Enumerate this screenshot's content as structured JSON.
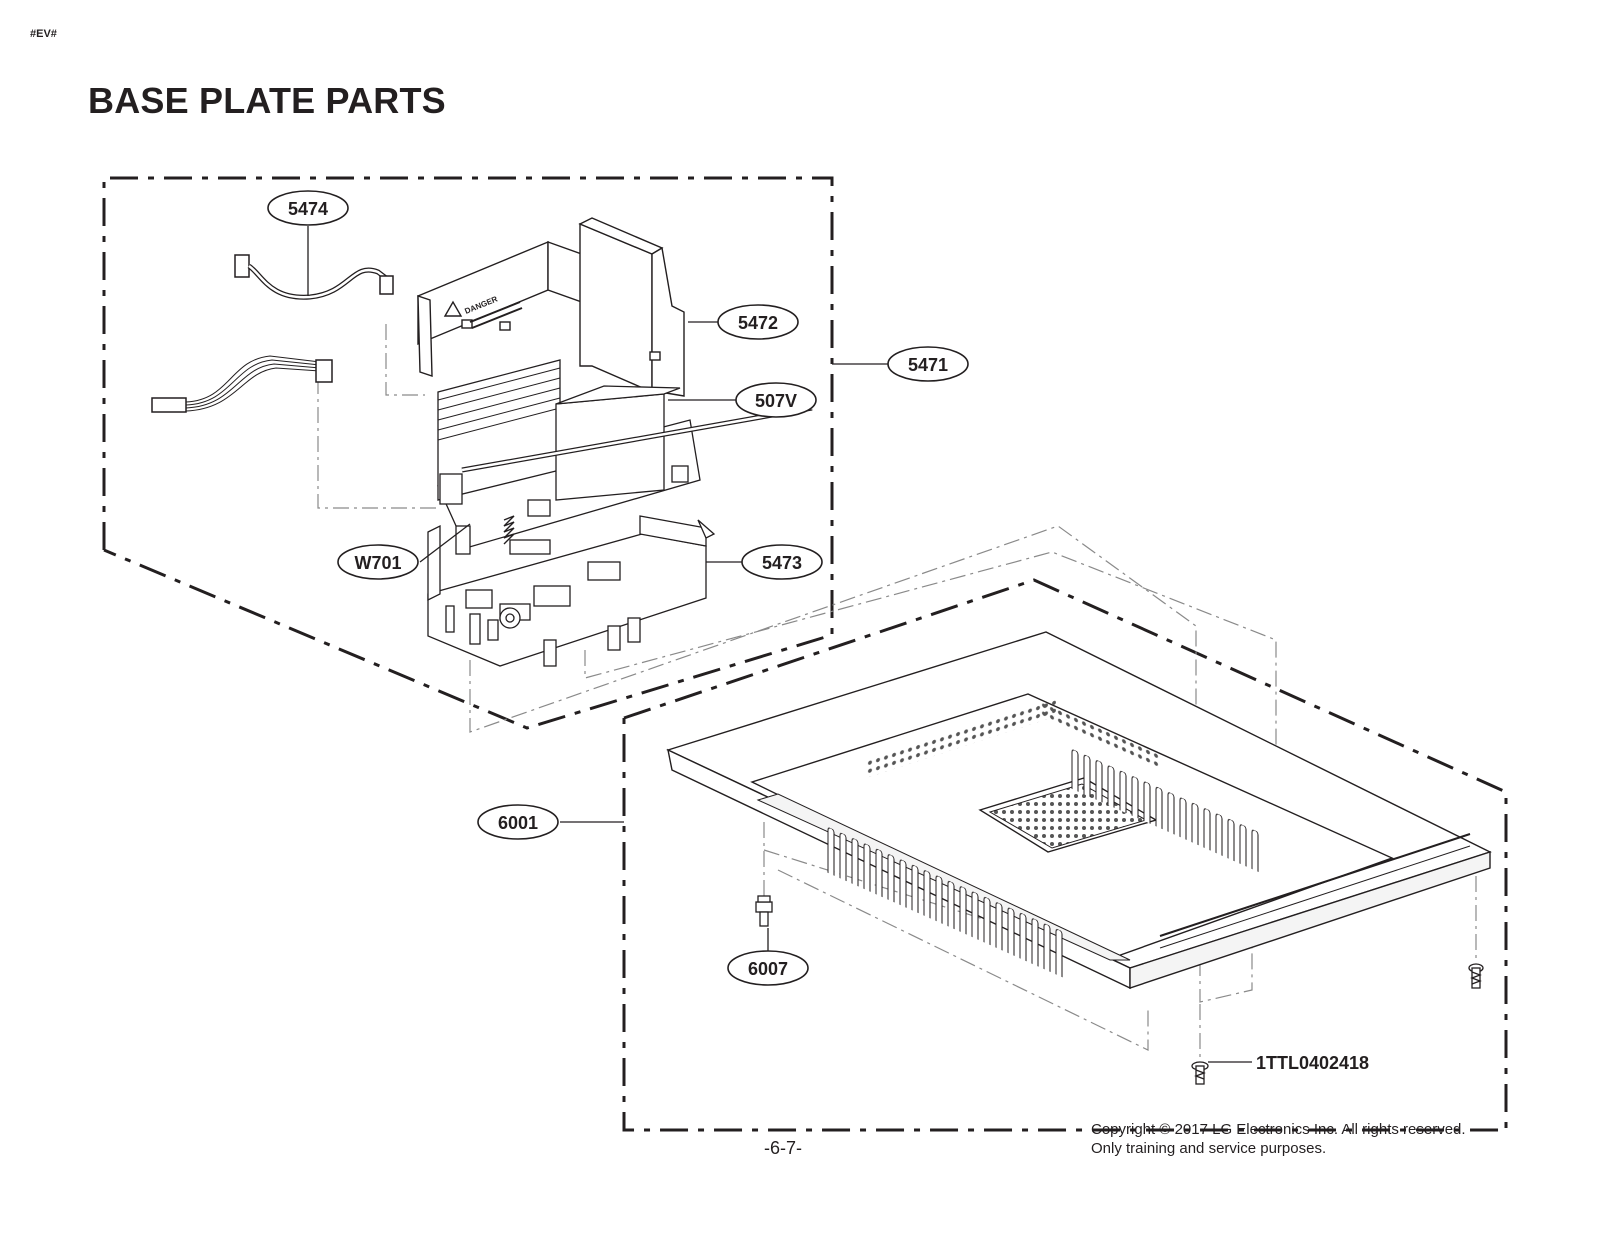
{
  "header": {
    "doc_tag": "#EV#",
    "title": "BASE PLATE PARTS"
  },
  "callouts": {
    "c5474": "5474",
    "c5472": "5472",
    "c5471": "5471",
    "c507v": "507V",
    "cw701": "W701",
    "c5473": "5473",
    "c6001": "6001",
    "c6007": "6007",
    "screw_part": "1TTL0402418"
  },
  "label_text": {
    "danger": "DANGER"
  },
  "footer": {
    "page_number": "-6-7-",
    "copyright_line1": "Copyright © 2017 LG Electronics Inc. All rights reserved.",
    "copyright_line2": "Only training and service purposes."
  },
  "colors": {
    "ink": "#231f20",
    "guide": "#8a8a8a"
  }
}
